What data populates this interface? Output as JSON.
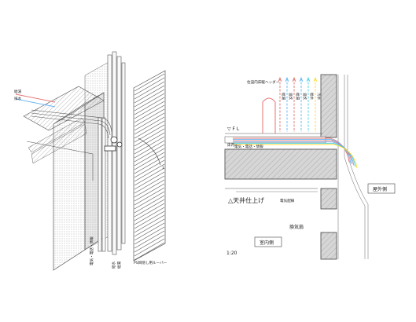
{
  "left_diagram": {
    "label_water_supply": "給湯",
    "label_drain": "排水",
    "label_electric": "電気・電話・情報",
    "label_water_bottom": "給水",
    "label_hot_bottom": "給湯",
    "label_louver": "PS目隠し用ルーバー",
    "callout_number": "1"
  },
  "right_diagram": {
    "header_label": "住設内床暖ヘッダー",
    "pipe_labels": [
      "給湯",
      "追炊",
      "給湯",
      "追炊",
      "給水",
      "汚水"
    ],
    "fl_label": "▽ F L",
    "floor_label": "床内",
    "electric_label": "電気・電話・情報",
    "ceiling_label": "△天井仕上げ",
    "wiring_label": "電気配線",
    "outside_label": "屋外側",
    "vent_label": "換気扇",
    "inside_label": "室内側",
    "scale": "1:20"
  },
  "colors": {
    "hot": "#e57373",
    "cold": "#64b5f6",
    "cyan": "#4dd0e1",
    "yellow": "#fdd835",
    "hatch": "#777777"
  }
}
